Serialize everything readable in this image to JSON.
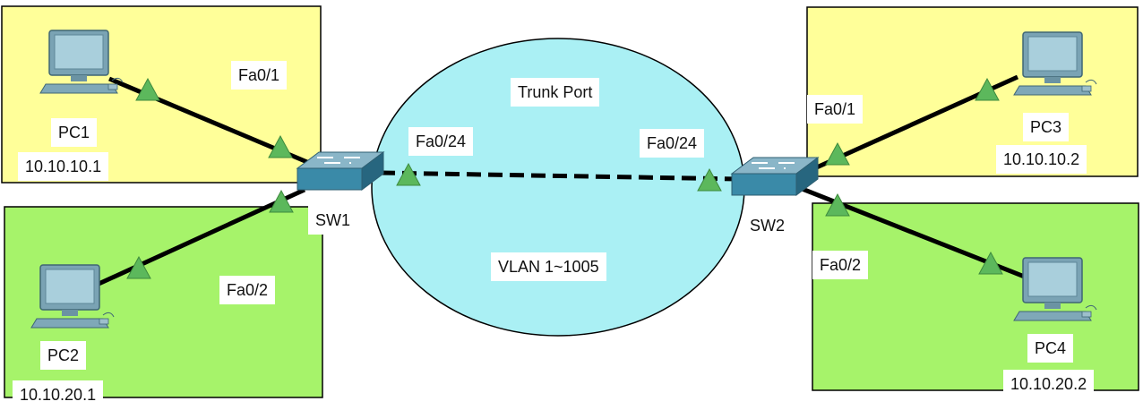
{
  "colors": {
    "zone_vlan10": "#ffff99",
    "zone_vlan20": "#a6f36a",
    "trunk_bubble": "#aaf0f4",
    "link": "#000000",
    "port_indicator": "#5cb85c",
    "switch": "#3d8eaa",
    "pc": "#8fb8c8"
  },
  "trunk": {
    "title": "Trunk Port",
    "vlans": "VLAN 1~1005"
  },
  "devices": {
    "sw1": {
      "name": "SW1",
      "icon": "switch-icon"
    },
    "sw2": {
      "name": "SW2",
      "icon": "switch-icon"
    },
    "pc1": {
      "name": "PC1",
      "ip": "10.10.10.1",
      "icon": "pc-icon"
    },
    "pc2": {
      "name": "PC2",
      "ip": "10.10.20.1",
      "icon": "pc-icon"
    },
    "pc3": {
      "name": "PC3",
      "ip": "10.10.10.2",
      "icon": "pc-icon"
    },
    "pc4": {
      "name": "PC4",
      "ip": "10.10.20.2",
      "icon": "pc-icon"
    }
  },
  "ports": {
    "sw1_fa01": "Fa0/1",
    "sw1_fa02": "Fa0/2",
    "sw1_fa024": "Fa0/24",
    "sw2_fa024": "Fa0/24",
    "sw2_fa01": "Fa0/1",
    "sw2_fa02": "Fa0/2"
  }
}
